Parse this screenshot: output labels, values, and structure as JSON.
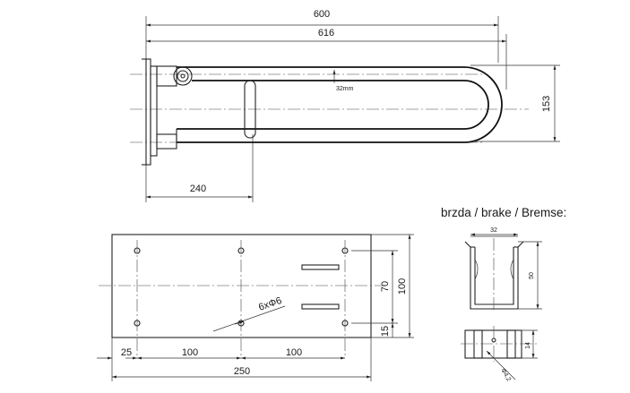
{
  "top_view": {
    "dim_overall_600": "600",
    "dim_overall_616": "616",
    "dim_tube": "32mm",
    "dim_height": "153",
    "dim_grip": "240"
  },
  "plate": {
    "dim_width": "250",
    "dim_height": "100",
    "dim_slot_spacing": "70",
    "dim_edge": "15",
    "dim_left": "25",
    "dim_span1": "100",
    "dim_span2": "100",
    "holes_label": "6xΦ6"
  },
  "brake": {
    "title": "brzda / brake / Bremse:",
    "dim_width": "32",
    "dim_height": "50",
    "dim_side": "14",
    "dim_hole": "Φ4,2"
  }
}
